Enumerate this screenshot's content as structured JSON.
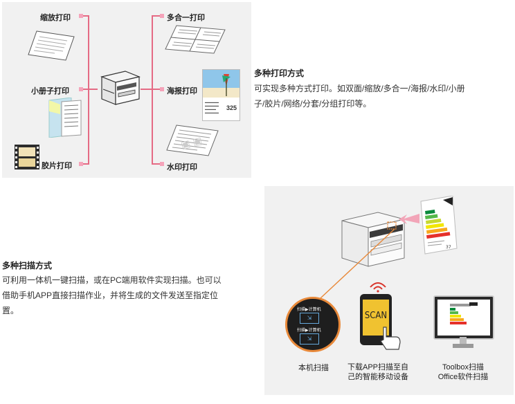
{
  "print_section": {
    "labels": {
      "zoom_print": "缩放打印",
      "booklet_print": "小册子打印",
      "film_print": "胶片打印",
      "multi_up_print": "多合一打印",
      "poster_print": "海报打印",
      "watermark_print": "水印打印"
    },
    "poster_number": "325",
    "heading": "多种打印方式",
    "description_lines": [
      "可实现多种方式打印。如双面/缩放/多合一/海报/水印/小册",
      "子/胶片/网络/分套/分组打印等。"
    ]
  },
  "scan_section": {
    "heading": "多种扫描方式",
    "description_lines": [
      "可利用一体机一键扫描，或在PC端用软件实现扫描。也可以",
      "借助手机APP直接扫描作业，并将生成的文件发送至指定位",
      "置。"
    ],
    "panel_buttons": [
      "扫描▶计算机",
      "扫描▶计算机"
    ],
    "phone_screen_text": "SCAN",
    "captions": {
      "device": "本机扫描",
      "app_line1": "下载APP扫描至自",
      "app_line2": "己的智能移动设备",
      "toolbox_line1": "Toolbox扫描",
      "toolbox_line2": "Office软件扫描"
    }
  },
  "colors": {
    "line": "#e56a84",
    "dot": "#f5a3b9",
    "panel_bg": "#f1f1f1",
    "scan_line": "#e8893a",
    "signal_red": "#d9342b"
  },
  "icons": [
    "printer-icon",
    "document-icon",
    "film-strip-icon",
    "phone-icon",
    "hand-icon",
    "monitor-icon",
    "wifi-signal-icon",
    "energy-label-icon"
  ]
}
